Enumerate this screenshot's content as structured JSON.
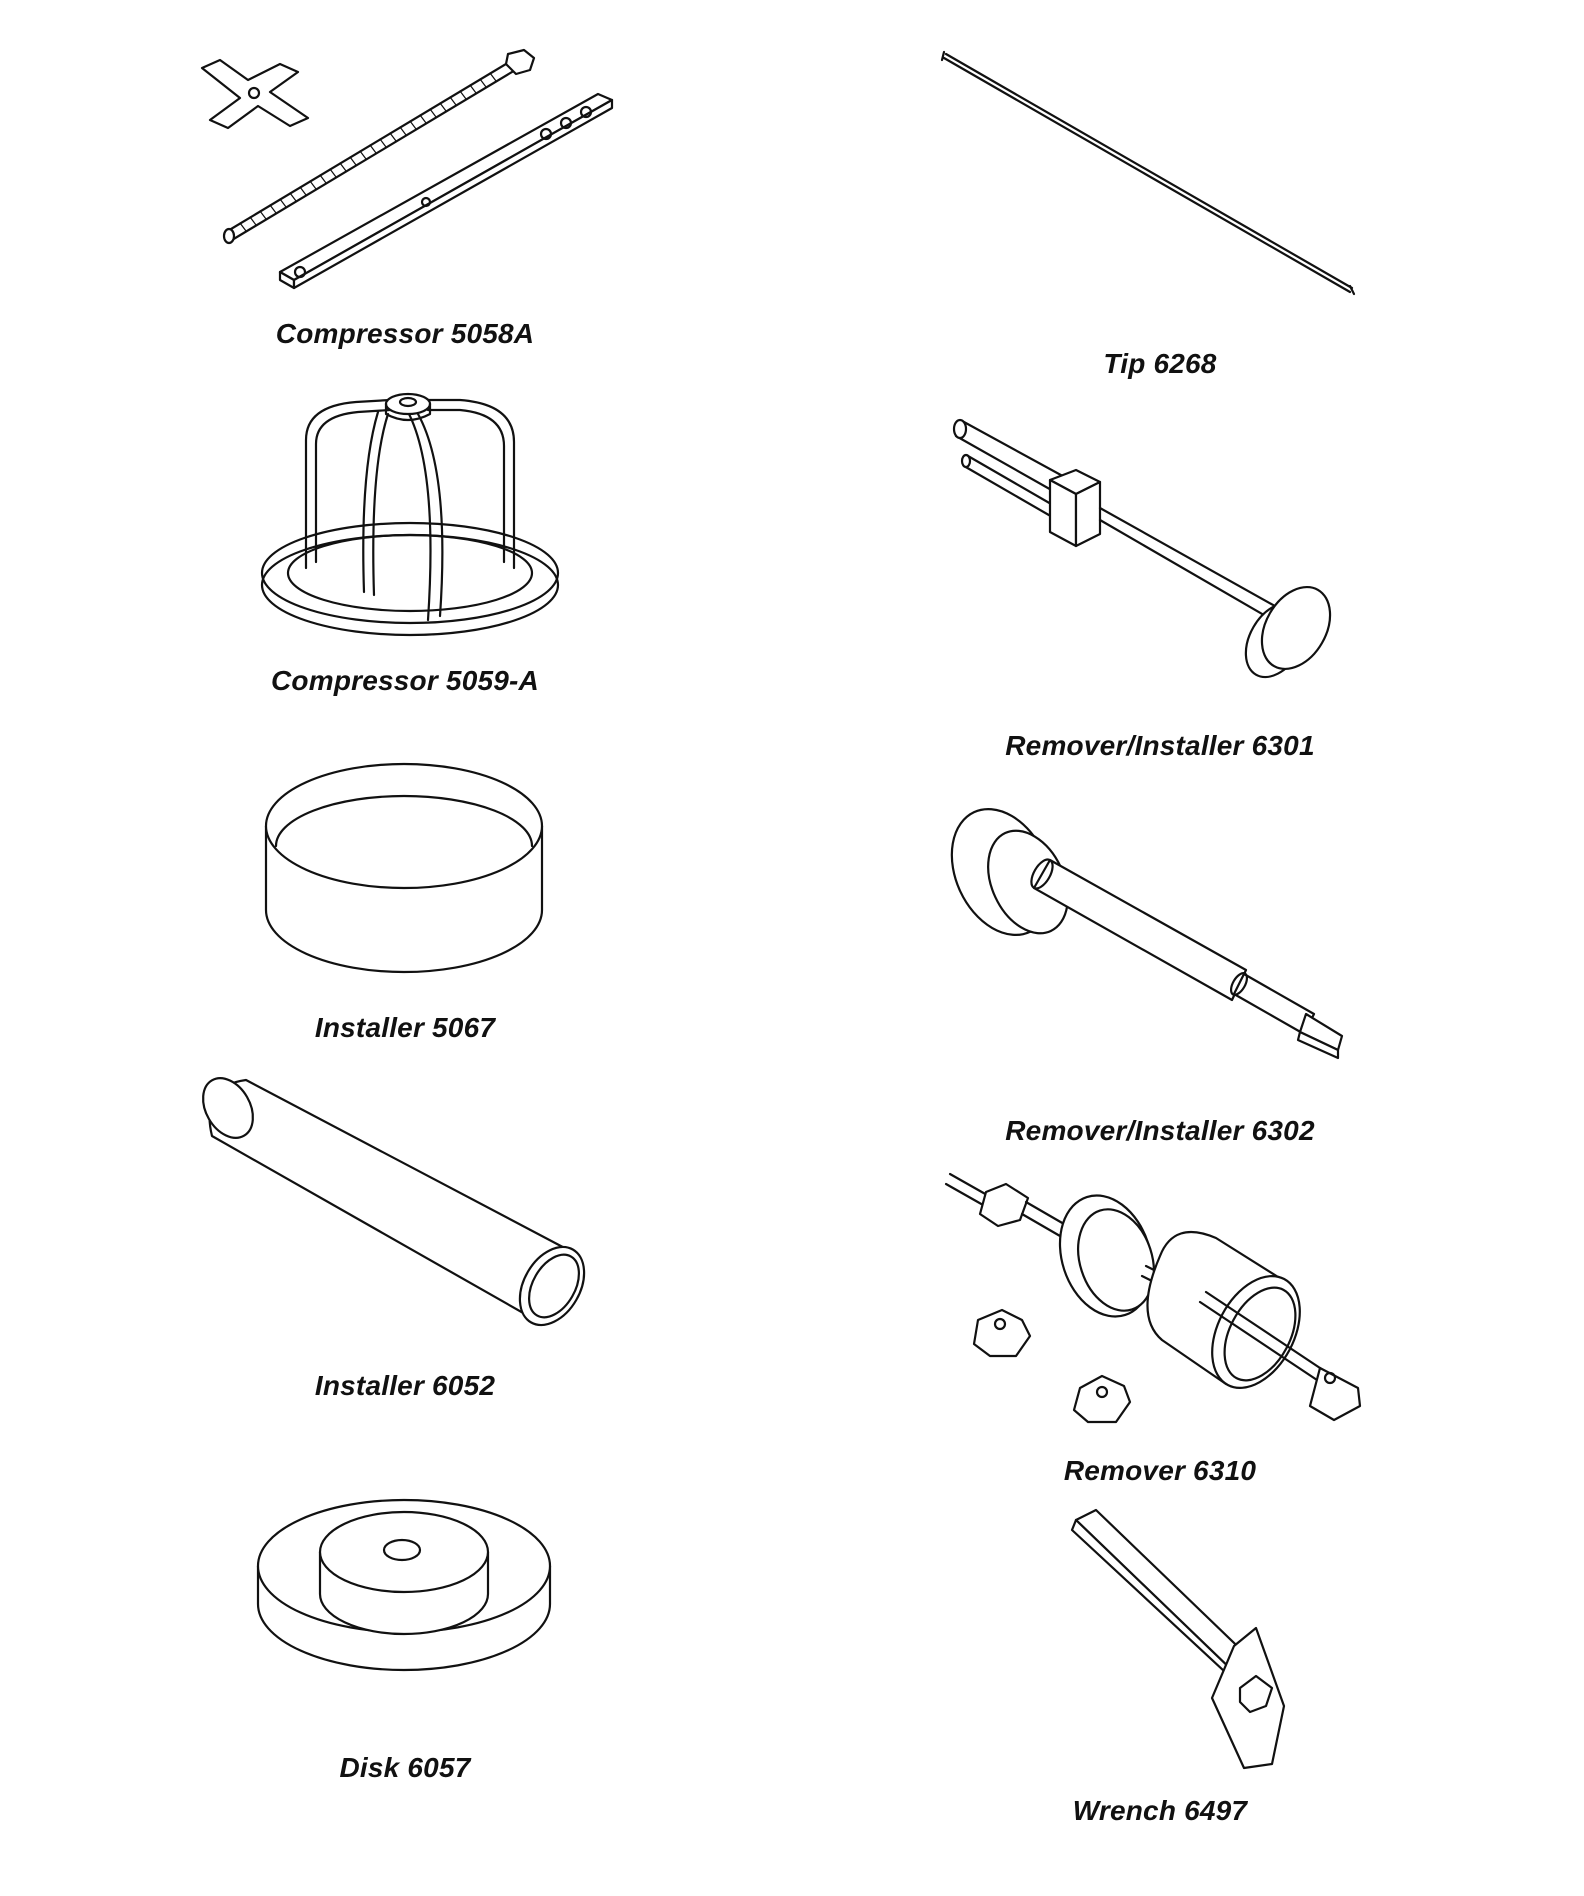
{
  "tools": [
    {
      "id": "compressor-5058a",
      "caption": "Compressor 5058A"
    },
    {
      "id": "tip-6268",
      "caption": "Tip 6268"
    },
    {
      "id": "compressor-5059-a",
      "caption": "Compressor 5059-A"
    },
    {
      "id": "remover-installer-6301",
      "caption": "Remover/Installer 6301"
    },
    {
      "id": "installer-5067",
      "caption": "Installer 5067"
    },
    {
      "id": "remover-installer-6302",
      "caption": "Remover/Installer 6302"
    },
    {
      "id": "installer-6052",
      "caption": "Installer 6052"
    },
    {
      "id": "remover-6310",
      "caption": "Remover 6310"
    },
    {
      "id": "disk-6057",
      "caption": "Disk 6057"
    },
    {
      "id": "wrench-6497",
      "caption": "Wrench 6497"
    }
  ]
}
